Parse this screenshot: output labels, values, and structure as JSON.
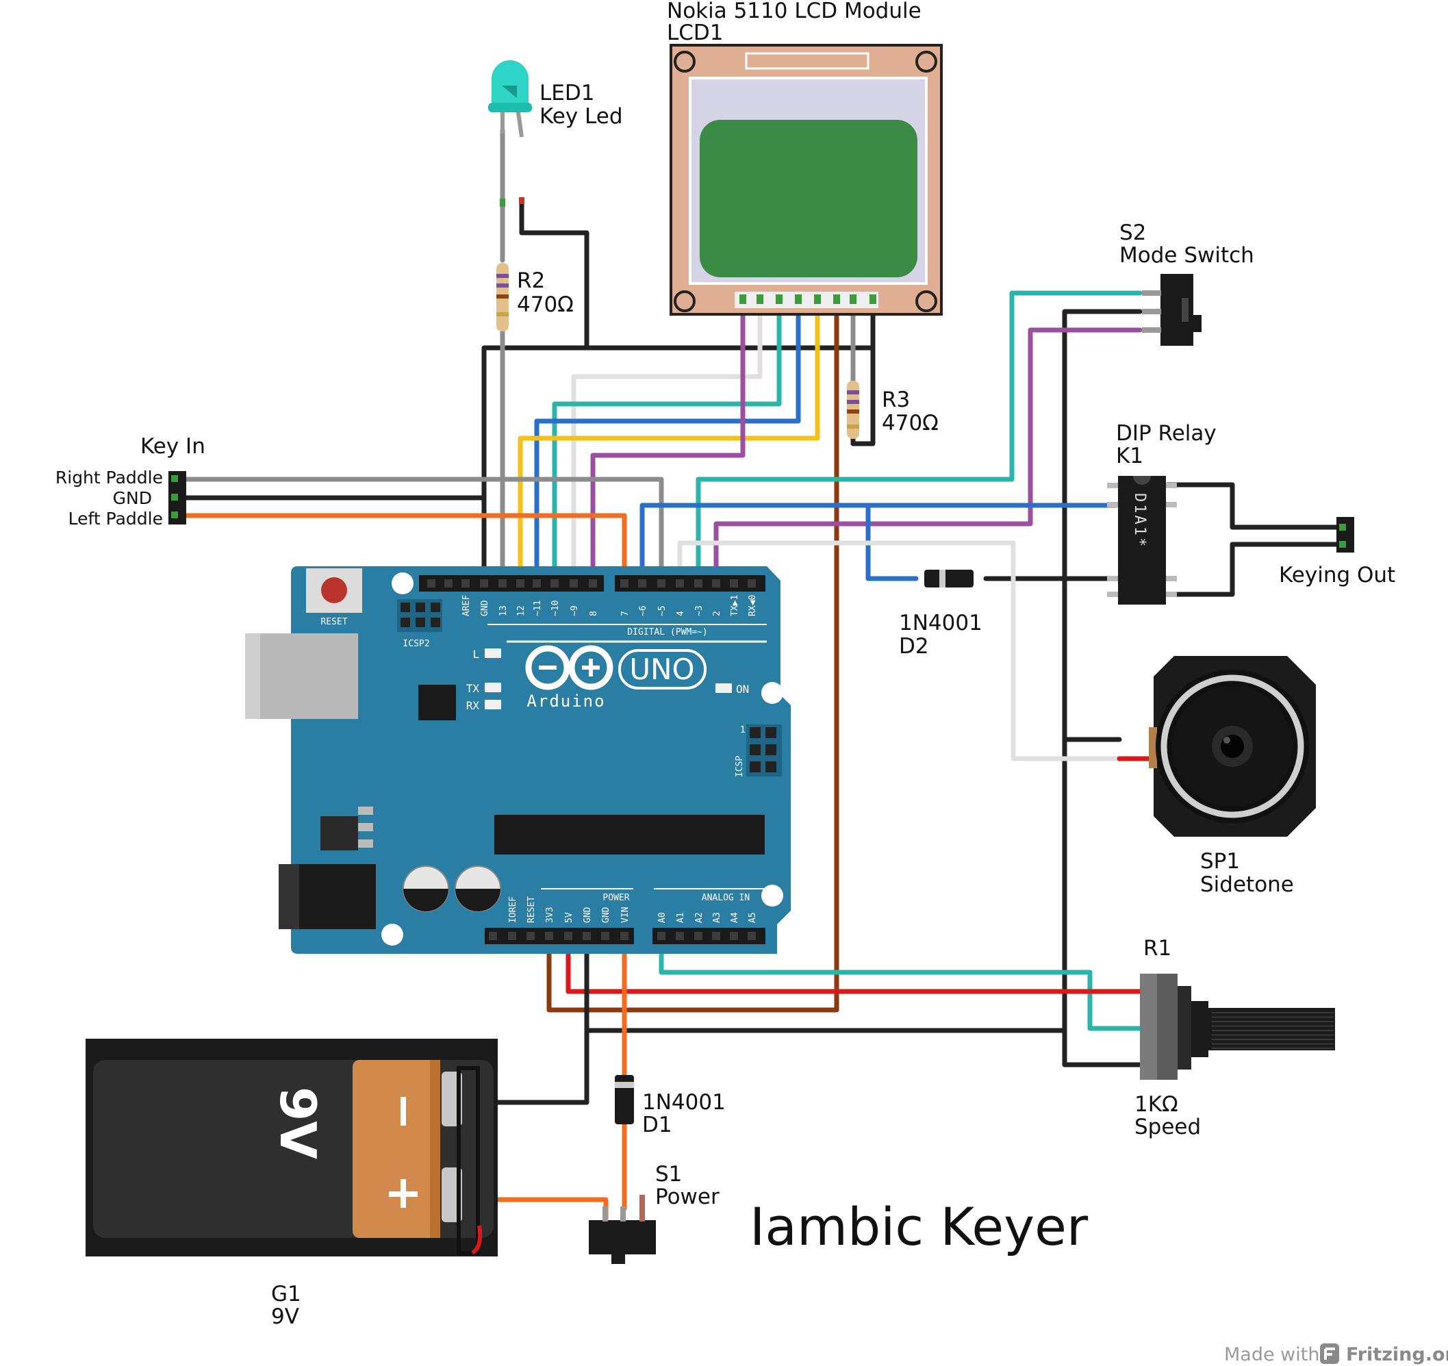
{
  "title": "Iambic Keyer",
  "footer": {
    "made_with": "Made with",
    "brand": "Fritzing.org"
  },
  "components": {
    "lcd": {
      "line1": "Nokia 5110 LCD Module",
      "line2": "LCD1"
    },
    "led": {
      "line1": "LED1",
      "line2": "Key Led"
    },
    "r2": {
      "line1": "R2",
      "line2": "470Ω"
    },
    "r3": {
      "line1": "R3",
      "line2": "470Ω"
    },
    "key_in": {
      "title": "Key In",
      "pins": [
        "Right Paddle",
        "GND",
        "Left Paddle"
      ]
    },
    "s2": {
      "line1": "S2",
      "line2": "Mode Switch"
    },
    "relay": {
      "line1": "DIP Relay",
      "line2": "K1",
      "chip_text": "D1A1*"
    },
    "keying_out": {
      "label": "Keying Out"
    },
    "d2": {
      "line1": "1N4001",
      "line2": "D2"
    },
    "sp1": {
      "line1": "SP1",
      "line2": "Sidetone"
    },
    "r1": {
      "line1": "R1",
      "line2a": "1KΩ",
      "line2b": "Speed"
    },
    "d1": {
      "line1": "1N4001",
      "line2": "D1"
    },
    "s1": {
      "line1": "S1",
      "line2": "Power"
    },
    "battery": {
      "line1": "G1",
      "line2": "9V",
      "face": "9V"
    }
  },
  "arduino": {
    "brand": "Arduino",
    "model": "UNO",
    "reset": "RESET",
    "icsp2": "ICSP2",
    "icsp": "ICSP",
    "icsp_pin1": "1",
    "led_l": "L",
    "led_tx": "TX",
    "led_rx": "RX",
    "led_on": "ON",
    "digital_header": "DIGITAL (PWM=~)",
    "power_header": "POWER",
    "analog_header": "ANALOG IN",
    "top_pins": [
      "AREF",
      "GND",
      "13",
      "12",
      "~11",
      "~10",
      "~9",
      "8",
      "7",
      "~6",
      "~5",
      "4",
      "~3",
      "2",
      "TX▶1",
      "RX◀0"
    ],
    "power_pins": [
      "IOREF",
      "RESET",
      "3V3",
      "5V",
      "GND",
      "GND",
      "VIN"
    ],
    "analog_pins": [
      "A0",
      "A1",
      "A2",
      "A3",
      "A4",
      "A5"
    ]
  },
  "colors": {
    "board": "#2b7ea3",
    "board_dark": "#1f6686",
    "wire_black": "#222222",
    "wire_gray": "#8c8c8c",
    "wire_white": "#e8e8e8",
    "wire_orange": "#f26d21",
    "wire_red": "#d9191b",
    "wire_brown": "#8b3a0f",
    "wire_blue": "#2a6fc9",
    "wire_cyan": "#2bb5a8",
    "wire_yellow": "#f2c21b",
    "wire_purple": "#9b4fa0",
    "lcd_pcb": "#dfae93",
    "lcd_screen": "#3b8a46",
    "battery_body": "#232323",
    "battery_band": "#d18a4c",
    "led": "#2ed4c6"
  }
}
